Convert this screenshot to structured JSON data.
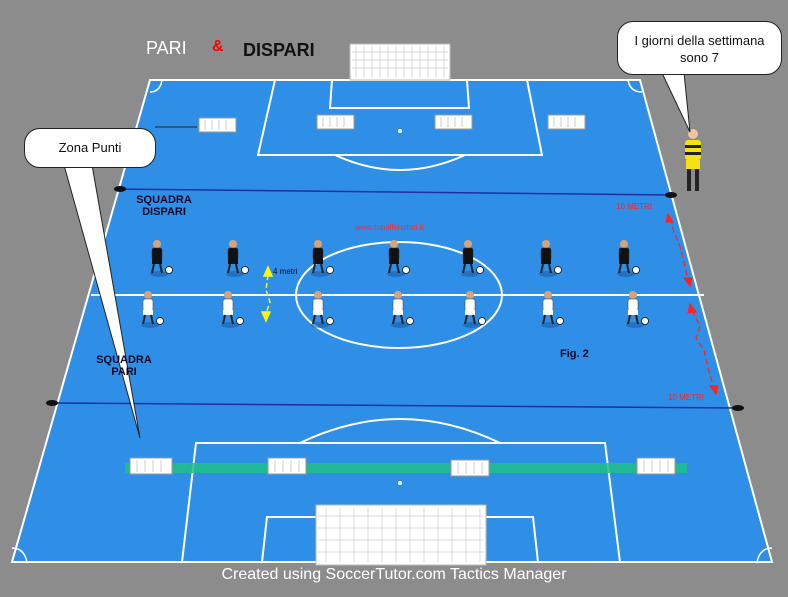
{
  "title": {
    "pari": "PARI",
    "amp": "&",
    "dispari": "DISPARI"
  },
  "bubbles": {
    "zona_punti": "Zona Punti",
    "giorni_line1": "I giorni della settimana",
    "giorni_line2": "sono 7"
  },
  "labels": {
    "squadra_dispari_1": "SQUADRA",
    "squadra_dispari_2": "DISPARI",
    "squadra_pari_1": "SQUADRA",
    "squadra_pari_2": "PARI",
    "fig": "Fig.  2",
    "website": "www.topallenatori.it",
    "four_metri": "4 metri",
    "dieci_metri_top": "10 METRI",
    "dieci_metri_bottom": "10 METRI"
  },
  "footer": "Created using SoccerTutor.com Tactics Manager",
  "colors": {
    "pitch": "#2f8fe6",
    "lines": "#ffffff",
    "background": "#8c8c8c",
    "team_dispari": "#111111",
    "team_pari": "#ffffff",
    "zone_band": "#1fc08a",
    "boundary": "#1f2fa8",
    "referee_shirt": "#f5e216"
  },
  "players": {
    "dispari_count": 7,
    "pari_count": 7
  }
}
